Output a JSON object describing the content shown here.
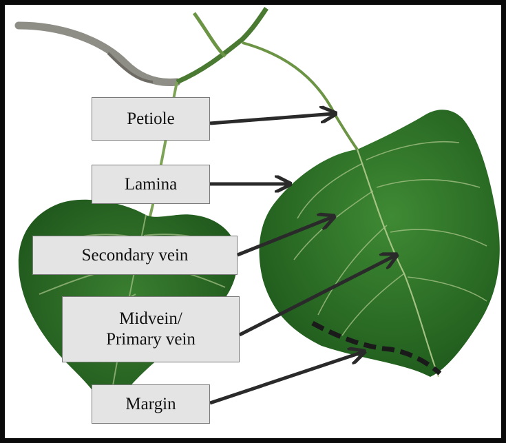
{
  "labels": {
    "petiole": "Petiole",
    "lamina": "Lamina",
    "secondary_vein": "Secondary vein",
    "midvein_line1": "Midvein/",
    "midvein_line2": "Primary vein",
    "margin": "Margin"
  },
  "colors": {
    "frame": "#0a0a0a",
    "label_fill": "#e4e4e4",
    "label_border": "#7a7a7a",
    "arrow": "#2a2a2a",
    "leaf_dark": "#1f5a1c",
    "leaf_light": "#3f8a34",
    "vein": "#a9c48a",
    "twig": "#8e8e86",
    "margin_dash": "#1a1a1a"
  }
}
